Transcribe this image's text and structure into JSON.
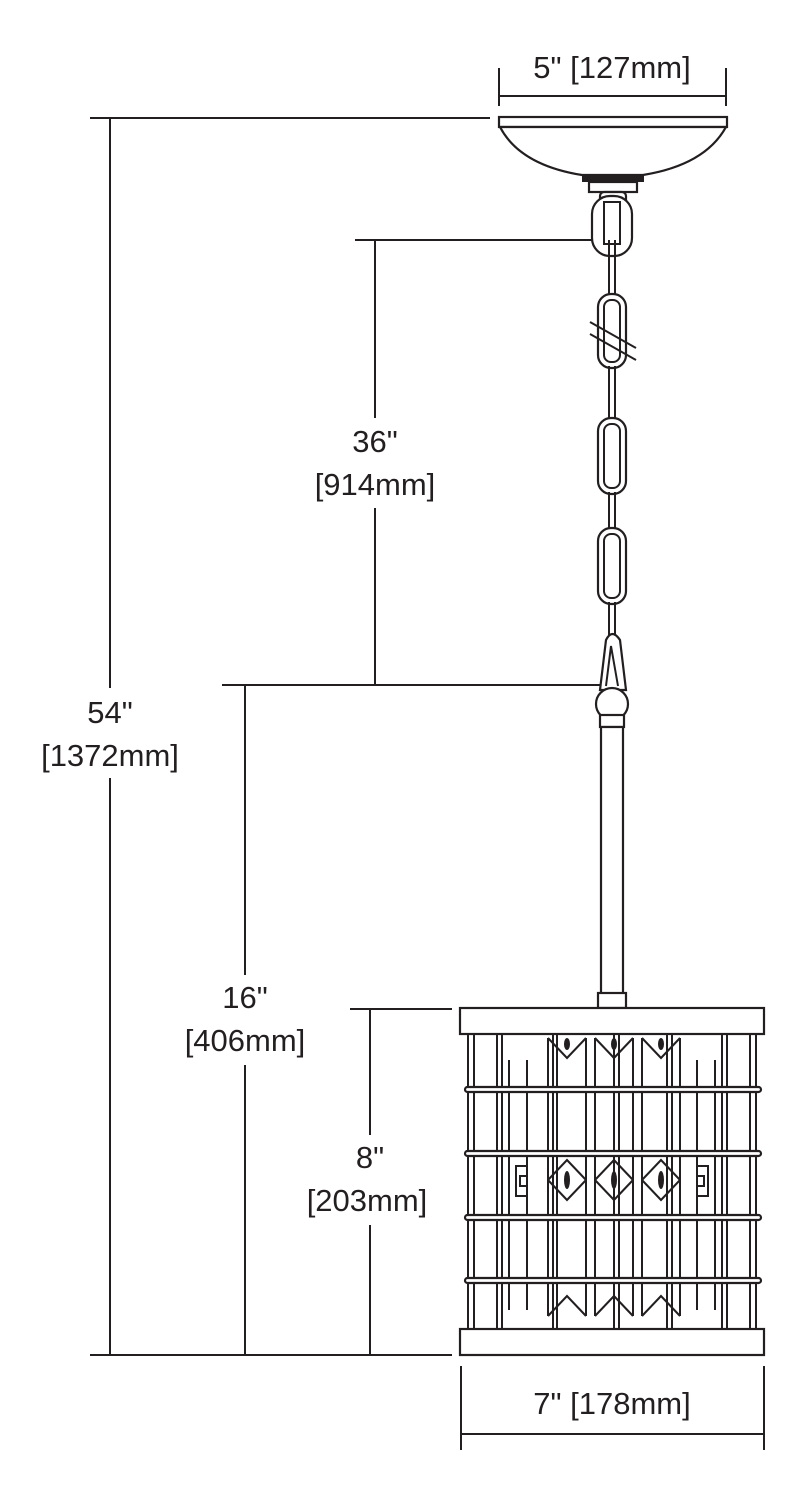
{
  "diagram": {
    "canopy_width": {
      "imperial": "5\"",
      "metric": "[127mm]",
      "label": "5\" [127mm]"
    },
    "overall_height": {
      "imperial": "54\"",
      "metric": "[1372mm]"
    },
    "chain_length": {
      "imperial": "36\"",
      "metric": "[914mm]"
    },
    "fixture_with_rod_height": {
      "imperial": "16\"",
      "metric": "[406mm]"
    },
    "shade_height": {
      "imperial": "8\"",
      "metric": "[203mm]"
    },
    "shade_width": {
      "imperial": "7\"",
      "metric": "[178mm]",
      "label": "7\" [178mm]"
    }
  },
  "colors": {
    "line": "#231f20",
    "background": "#ffffff"
  }
}
